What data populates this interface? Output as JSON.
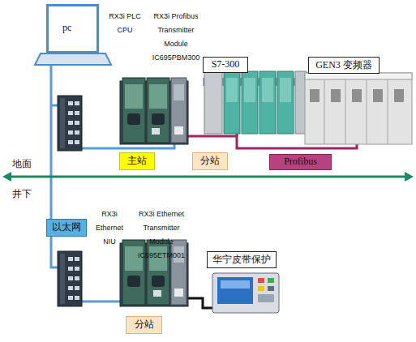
{
  "diagram": {
    "nodes": [
      {
        "text": [
          "pc"
        ]
      },
      {
        "text": [
          "S7-300"
        ]
      },
      {
        "text": [
          "GEN3 变频器"
        ]
      },
      {
        "text": [
          "主站"
        ]
      },
      {
        "text": [
          "分站"
        ]
      },
      {
        "text": [
          "Profibus"
        ]
      },
      {
        "text": [
          "以太网"
        ]
      },
      {
        "text": [
          "华宁皮带保护"
        ]
      },
      {
        "text": [
          "分站"
        ]
      }
    ],
    "labels": [
      "RX3i PLC CPU",
      "RX3i Profibus Transmitter Module IC695PBM300",
      "地面",
      "井下",
      "RX3i Ethernet NIU",
      "RX3i Ethernet Transmitter Module IC695ETM001"
    ]
  }
}
